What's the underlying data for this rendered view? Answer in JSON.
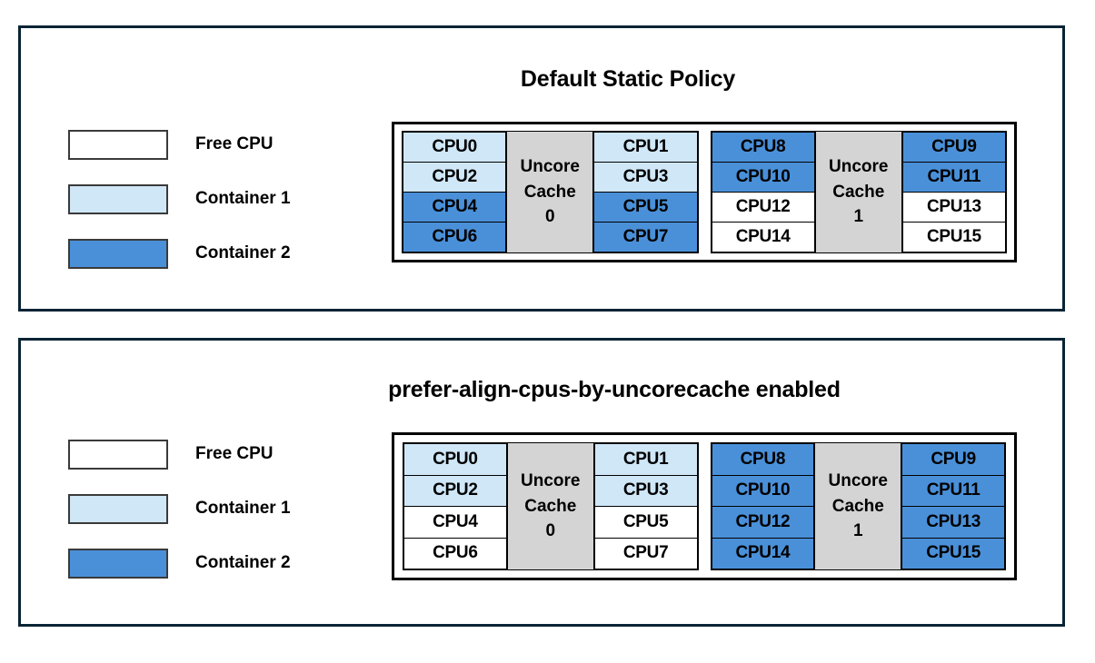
{
  "colors": {
    "free_cpu": "#ffffff",
    "container_1": "#cfe7f7",
    "container_2": "#4a90d9",
    "uncore_cache": "#d4d4d4",
    "panel_border": "#0a2434",
    "diagram_border": "#000000"
  },
  "legend": {
    "items": [
      {
        "label": "Free CPU",
        "fill": "free"
      },
      {
        "label": "Container 1",
        "fill": "container1"
      },
      {
        "label": "Container 2",
        "fill": "container2"
      }
    ]
  },
  "panels": [
    {
      "id": "top",
      "title": "Default Static Policy",
      "sockets": [
        {
          "uncore_line1": "Uncore",
          "uncore_line2": "Cache",
          "uncore_line3": "0",
          "left_column": [
            {
              "label": "CPU0",
              "fill": "container1"
            },
            {
              "label": "CPU2",
              "fill": "container1"
            },
            {
              "label": "CPU4",
              "fill": "container2"
            },
            {
              "label": "CPU6",
              "fill": "container2"
            }
          ],
          "right_column": [
            {
              "label": "CPU1",
              "fill": "container1"
            },
            {
              "label": "CPU3",
              "fill": "container1"
            },
            {
              "label": "CPU5",
              "fill": "container2"
            },
            {
              "label": "CPU7",
              "fill": "container2"
            }
          ]
        },
        {
          "uncore_line1": "Uncore",
          "uncore_line2": "Cache",
          "uncore_line3": "1",
          "left_column": [
            {
              "label": "CPU8",
              "fill": "container2"
            },
            {
              "label": "CPU10",
              "fill": "container2"
            },
            {
              "label": "CPU12",
              "fill": "free"
            },
            {
              "label": "CPU14",
              "fill": "free"
            }
          ],
          "right_column": [
            {
              "label": "CPU9",
              "fill": "container2"
            },
            {
              "label": "CPU11",
              "fill": "container2"
            },
            {
              "label": "CPU13",
              "fill": "free"
            },
            {
              "label": "CPU15",
              "fill": "free"
            }
          ]
        }
      ]
    },
    {
      "id": "bottom",
      "title": "prefer-align-cpus-by-uncorecache enabled",
      "sockets": [
        {
          "uncore_line1": "Uncore",
          "uncore_line2": "Cache",
          "uncore_line3": "0",
          "left_column": [
            {
              "label": "CPU0",
              "fill": "container1"
            },
            {
              "label": "CPU2",
              "fill": "container1"
            },
            {
              "label": "CPU4",
              "fill": "free"
            },
            {
              "label": "CPU6",
              "fill": "free"
            }
          ],
          "right_column": [
            {
              "label": "CPU1",
              "fill": "container1"
            },
            {
              "label": "CPU3",
              "fill": "container1"
            },
            {
              "label": "CPU5",
              "fill": "free"
            },
            {
              "label": "CPU7",
              "fill": "free"
            }
          ]
        },
        {
          "uncore_line1": "Uncore",
          "uncore_line2": "Cache",
          "uncore_line3": "1",
          "left_column": [
            {
              "label": "CPU8",
              "fill": "container2"
            },
            {
              "label": "CPU10",
              "fill": "container2"
            },
            {
              "label": "CPU12",
              "fill": "container2"
            },
            {
              "label": "CPU14",
              "fill": "container2"
            }
          ],
          "right_column": [
            {
              "label": "CPU9",
              "fill": "container2"
            },
            {
              "label": "CPU11",
              "fill": "container2"
            },
            {
              "label": "CPU13",
              "fill": "container2"
            },
            {
              "label": "CPU15",
              "fill": "container2"
            }
          ]
        }
      ]
    }
  ]
}
